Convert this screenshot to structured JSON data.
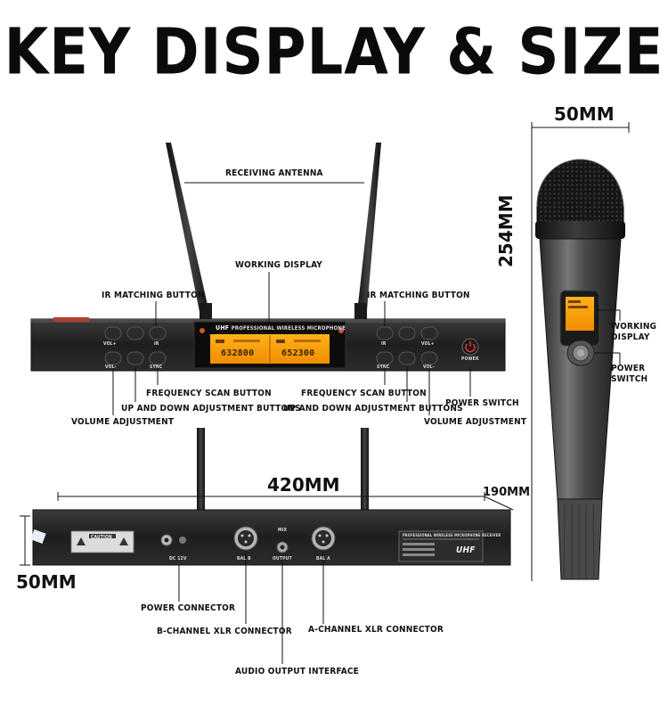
{
  "title": "KEY DISPLAY & SIZE",
  "front_panel": {
    "receiving_antenna": "RECEIVING ANTENNA",
    "working_display": "WORKING DISPLAY",
    "ir_matching_left": "IR MATCHING BUTTON",
    "ir_matching_right": "IR MATCHING BUTTON",
    "frequency_scan_left": "FREQUENCY SCAN BUTTON",
    "frequency_scan_right": "FREQUENCY SCAN BUTTON",
    "up_down_left": "UP AND DOWN ADJUSTMENT BUTTONS",
    "up_down_right": "UP AND DOWN ADJUSTMENT BUTTONS",
    "volume_left": "VOLUME ADJUSTMENT",
    "volume_right": "VOLUME ADJUSTMENT",
    "power_switch": "POWER SWITCH",
    "brand": "UHF",
    "brand_tagline": "PROFESSIONAL WIRELESS MICROPHONE",
    "freq_a": "632800",
    "freq_b": "652300",
    "btn_vol_plus": "VOL+",
    "btn_vol_minus": "VOL-",
    "btn_ir": "IR",
    "btn_sync": "SYNC",
    "btn_power": "POWER"
  },
  "dimensions": {
    "width": "420MM",
    "depth": "190MM",
    "height": "50MM",
    "mic_diameter": "50MM",
    "mic_length": "254MM"
  },
  "back_panel": {
    "power_connector": "POWER CONNECTOR",
    "b_channel_xlr": "B-CHANNEL XLR CONNECTOR",
    "a_channel_xlr": "A-CHANNEL XLR CONNECTOR",
    "audio_output": "AUDIO OUTPUT INTERFACE",
    "caution": "CAUTION",
    "dc_label": "DC 12V",
    "bal_b": "BAL B",
    "bal_a": "BAL A",
    "mix": "MIX",
    "output": "OUTPUT",
    "plate_title": "PROFESSIONAL WIRELESS MICROPHONE RECEIVER",
    "plate_brand": "UHF"
  },
  "microphone": {
    "working_display": "WORKING DISPLAY",
    "power_switch": "POWER SWITCH"
  }
}
